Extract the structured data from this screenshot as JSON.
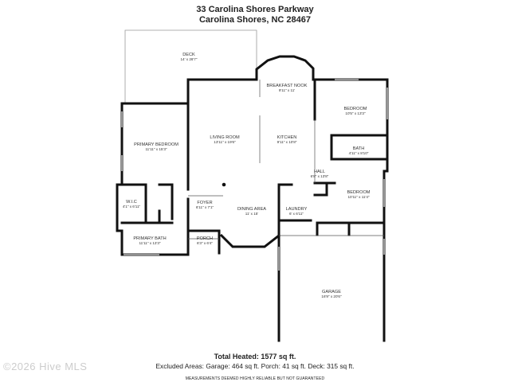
{
  "header": {
    "line1": "33 Carolina Shores Parkway",
    "line2": "Carolina Shores, NC 28467"
  },
  "rooms": {
    "deck": {
      "name": "DECK",
      "dim": "14' x 26'7\""
    },
    "breakfast_nook": {
      "name": "BREAKFAST NOOK",
      "dim": "9'11\" x 11'"
    },
    "bedroom_1": {
      "name": "BEDROOM",
      "dim": "10'5\" x 13'3\""
    },
    "primary_bedroom": {
      "name": "PRIMARY BEDROOM",
      "dim": "11'11\" x 15'3\""
    },
    "living_room": {
      "name": "LIVING ROOM",
      "dim": "13'11\" x 19'6\""
    },
    "kitchen": {
      "name": "KITCHEN",
      "dim": "9'11\" x 10'8\""
    },
    "bath": {
      "name": "BATH",
      "dim": "4'11\" x 8'10\""
    },
    "hall": {
      "name": "HALL",
      "dim": "6'8\" x 13'8\""
    },
    "wic": {
      "name": "W.I.C",
      "dim": "4'1\" x 6'11\""
    },
    "bedroom_2": {
      "name": "BEDROOM",
      "dim": "10'11\" x 11'4\""
    },
    "foyer": {
      "name": "FOYER",
      "dim": "6'11\" x 7'1\""
    },
    "dining_area": {
      "name": "DINING AREA",
      "dim": "11' x 15'"
    },
    "laundry": {
      "name": "LAUNDRY",
      "dim": "6' x 6'11\""
    },
    "primary_bath": {
      "name": "PRIMARY BATH",
      "dim": "11'11\" x 13'3\""
    },
    "porch": {
      "name": "PORCH",
      "dim": "6'3\" x 6'4\""
    },
    "garage": {
      "name": "GARAGE",
      "dim": "16'9\" x 20'6\""
    }
  },
  "footer": {
    "total": "Total Heated: 1577 sq ft.",
    "excluded": "Excluded Areas: Garage: 464 sq ft. Porch: 41 sq ft. Deck: 315 sq ft.",
    "disclaimer": "MEASUREMENTS DEEMED HIGHLY RELIABLE BUT NOT GUARANTEED"
  },
  "watermark": "©2026 Hive MLS",
  "colors": {
    "wall": "#111111",
    "thin": "#555555",
    "deck": "#999999",
    "window": "#bbbbbb"
  }
}
